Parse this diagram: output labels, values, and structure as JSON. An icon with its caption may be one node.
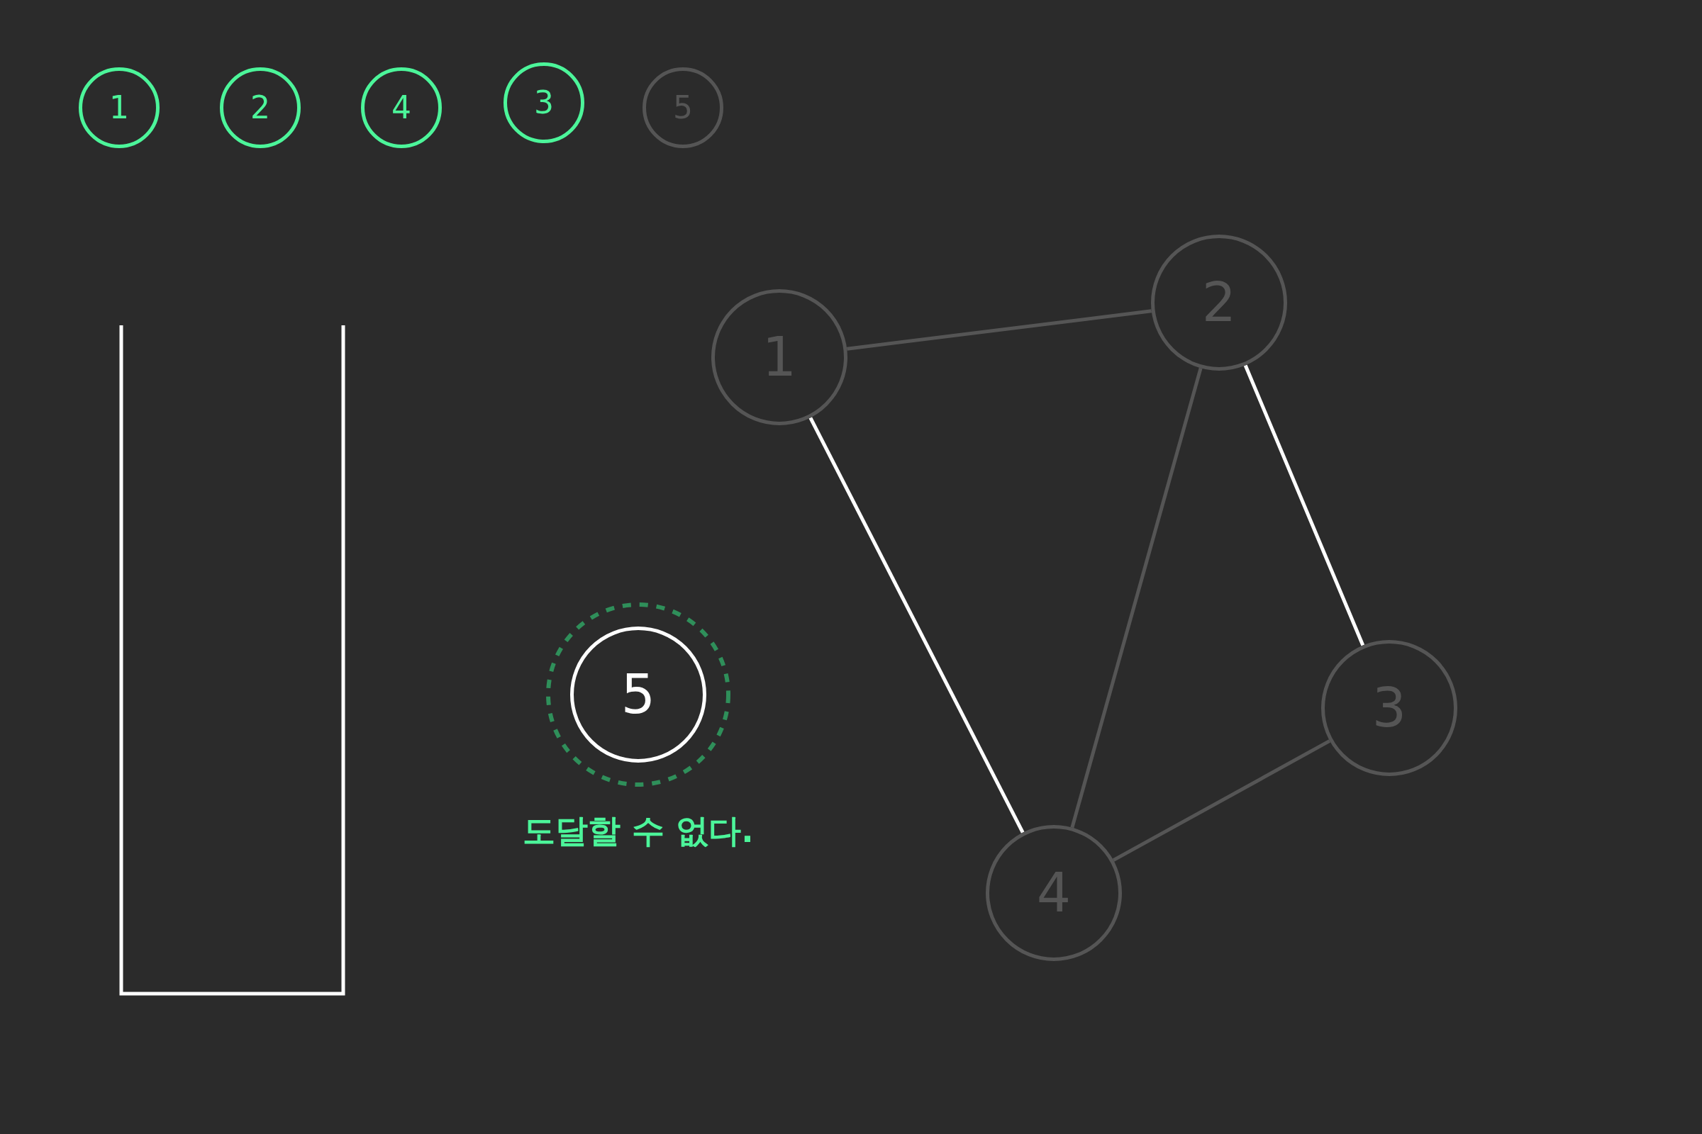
{
  "diagram": {
    "nodes": [
      {
        "text": [
          "1"
        ]
      },
      {
        "text": [
          "2"
        ]
      },
      {
        "text": [
          "4"
        ]
      },
      {
        "text": [
          "3"
        ]
      },
      {
        "text": [
          "5"
        ]
      },
      {
        "text": [
          "1"
        ]
      },
      {
        "text": [
          "2"
        ]
      },
      {
        "text": [
          "3"
        ]
      },
      {
        "text": [
          "4"
        ]
      },
      {
        "text": [
          "5"
        ],
        "beside": [
          "도달할 수 없다."
        ]
      }
    ],
    "edges": [
      {
        "from": 5,
        "to": 6,
        "arrow": "none"
      },
      {
        "from": 5,
        "to": 8,
        "arrow": "none",
        "color": "#ffffff"
      },
      {
        "from": 6,
        "to": 8,
        "arrow": "none"
      },
      {
        "from": 6,
        "to": 7,
        "arrow": "none",
        "color": "#ffffff"
      },
      {
        "from": 7,
        "to": 8,
        "arrow": "none"
      }
    ]
  }
}
